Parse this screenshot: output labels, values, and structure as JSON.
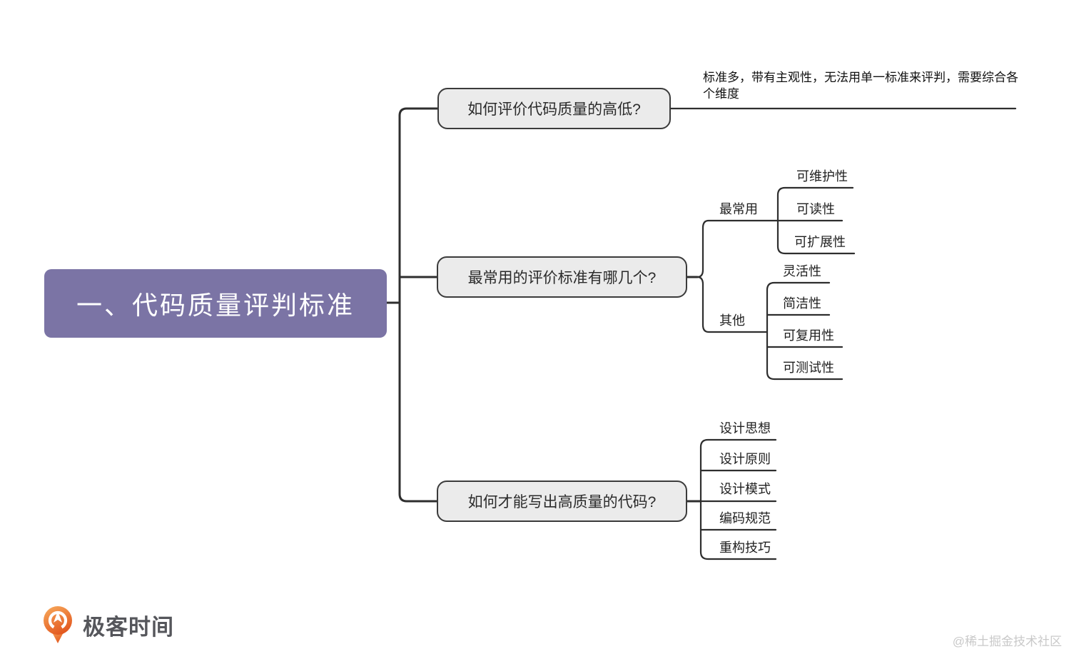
{
  "root": {
    "label": "一、代码质量评判标准"
  },
  "branches": [
    {
      "label": "如何评价代码质量的高低?",
      "note": "标准多，带有主观性，无法用单一标准来评判，需要综合各个维度"
    },
    {
      "label": "最常用的评价标准有哪几个?",
      "groups": [
        {
          "label": "最常用",
          "children": [
            "可维护性",
            "可读性",
            "可扩展性"
          ]
        },
        {
          "label": "其他",
          "children": [
            "灵活性",
            "简洁性",
            "可复用性",
            "可测试性"
          ]
        }
      ]
    },
    {
      "label": "如何才能写出高质量的代码?",
      "children": [
        "设计思想",
        "设计原则",
        "设计模式",
        "编码规范",
        "重构技巧"
      ]
    }
  ],
  "footer": {
    "logo_text": "极客时间",
    "watermark": "@稀土掘金技术社区"
  },
  "colors": {
    "root_bg": "#7b74a5",
    "root_text": "#ffffff",
    "node_bg": "#ebebeb",
    "node_border": "#3b3b3b",
    "line": "#2e2e2e",
    "text": "#1f1f1f",
    "logo_orange_light": "#f6a558",
    "logo_orange_dark": "#e2541c",
    "logo_text_color": "#55565b",
    "watermark_color": "#c9c9c9"
  }
}
